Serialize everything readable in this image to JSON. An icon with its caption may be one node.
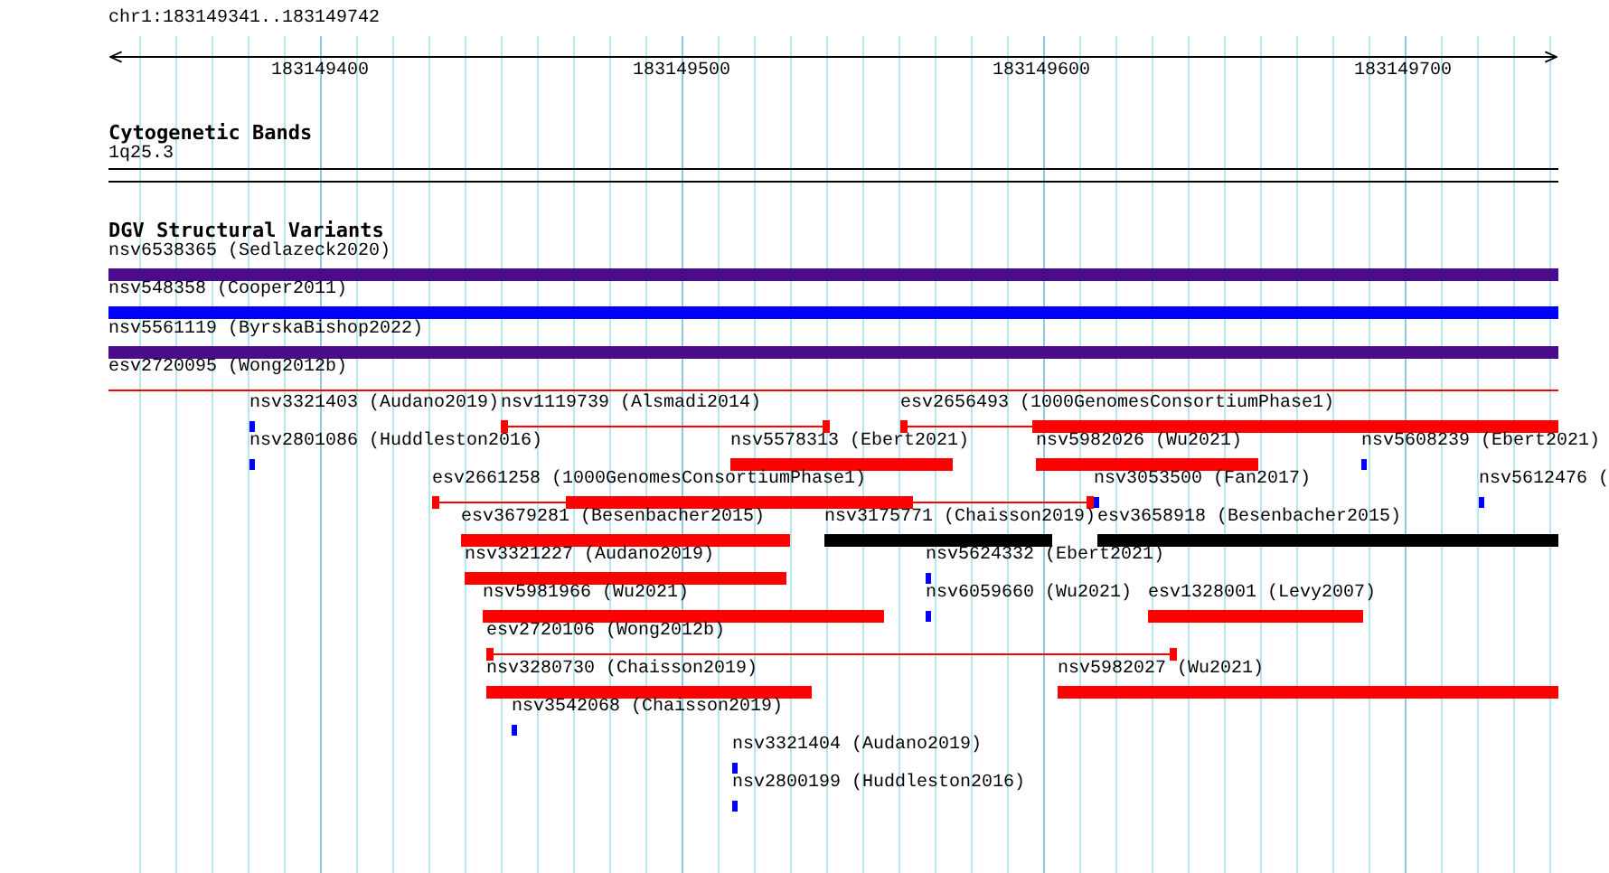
{
  "diagram": {
    "labels": [
      "chr1:183149341..183149742",
      "183149400",
      "183149500",
      "183149600",
      "183149700",
      "Cytogenetic Bands",
      "1q25.3",
      "DGV Structural Variants",
      "nsv6538365 (Sedlazeck2020)",
      "nsv548358 (Cooper2011)",
      "nsv5561119 (ByrskaBishop2022)",
      "esv2720095 (Wong2012b)",
      "nsv3321403 (Audano2019)",
      "nsv1119739 (Alsmadi2014)",
      "esv2656493 (1000GenomesConsortiumPhase1)",
      "nsv2801086 (Huddleston2016)",
      "nsv5578313 (Ebert2021)",
      "nsv5982026 (Wu2021)",
      "nsv5608239 (Ebert2021)",
      "esv2661258 (1000GenomesConsortiumPhase1)",
      "nsv3053500 (Fan2017)",
      "nsv5612476 (",
      "esv3679281 (Besenbacher2015)",
      "nsv3175771 (Chaisson2019)",
      "esv3658918 (Besenbacher2015)",
      "nsv3321227 (Audano2019)",
      "nsv5624332 (Ebert2021)",
      "nsv5981966 (Wu2021)",
      "nsv6059660 (Wu2021)",
      "esv1328001 (Levy2007)",
      "esv2720106 (Wong2012b)",
      "nsv3280730 (Chaisson2019)",
      "nsv5982027 (Wu2021)",
      "nsv3542068 (Chaisson2019)",
      "nsv3321404 (Audano2019)",
      "nsv2800199 (Huddleston2016)"
    ]
  }
}
